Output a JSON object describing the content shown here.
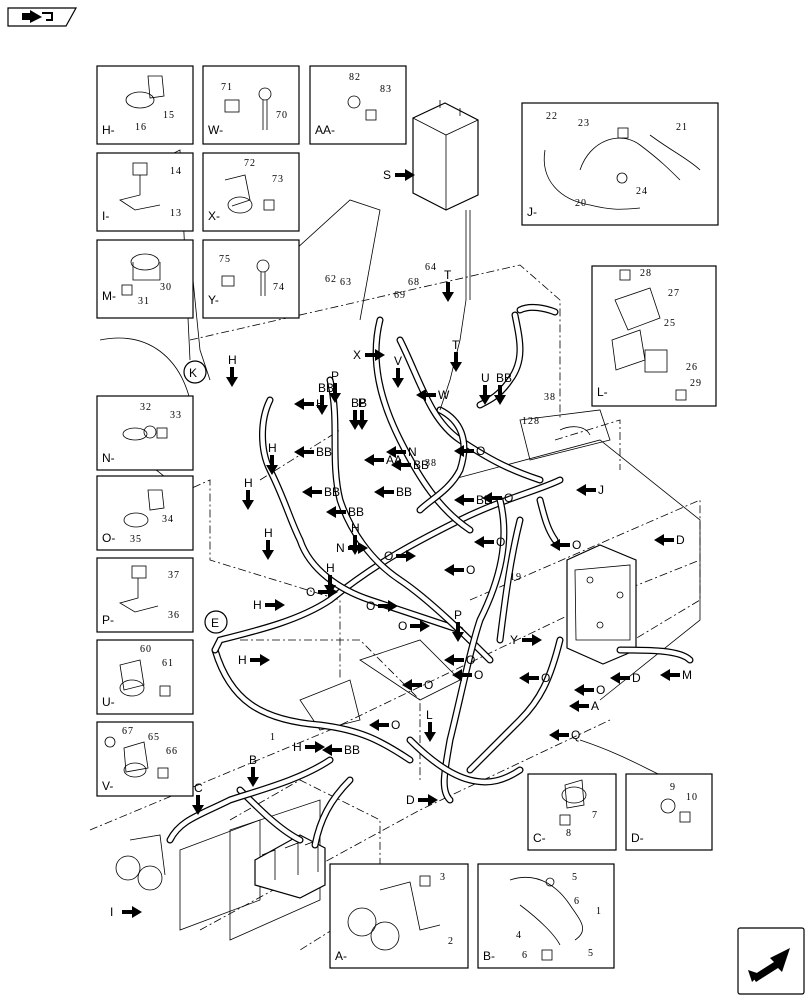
{
  "insets": [
    {
      "id": "H",
      "label": "H-",
      "parts": [
        "16",
        "15"
      ]
    },
    {
      "id": "W",
      "label": "W-",
      "parts": [
        "71",
        "70"
      ]
    },
    {
      "id": "AA",
      "label": "AA-",
      "parts": [
        "82",
        "83"
      ]
    },
    {
      "id": "I",
      "label": "I-",
      "parts": [
        "14",
        "13"
      ]
    },
    {
      "id": "X",
      "label": "X-",
      "parts": [
        "72",
        "73"
      ]
    },
    {
      "id": "M",
      "label": "M-",
      "parts": [
        "31",
        "30"
      ]
    },
    {
      "id": "Y",
      "label": "Y-",
      "parts": [
        "75",
        "74"
      ]
    },
    {
      "id": "N",
      "label": "N-",
      "parts": [
        "32",
        "33"
      ]
    },
    {
      "id": "O",
      "label": "O-",
      "parts": [
        "35",
        "34"
      ]
    },
    {
      "id": "P",
      "label": "P-",
      "parts": [
        "37",
        "36"
      ]
    },
    {
      "id": "U",
      "label": "U-",
      "parts": [
        "60",
        "61"
      ]
    },
    {
      "id": "V",
      "label": "V-",
      "parts": [
        "67",
        "65",
        "66"
      ]
    },
    {
      "id": "J",
      "label": "J-",
      "parts": [
        "22",
        "23",
        "21",
        "24",
        "20"
      ]
    },
    {
      "id": "L",
      "label": "L-",
      "parts": [
        "28",
        "27",
        "25",
        "26",
        "29"
      ]
    },
    {
      "id": "C",
      "label": "C-",
      "parts": [
        "7",
        "8"
      ]
    },
    {
      "id": "D",
      "label": "D-",
      "parts": [
        "9",
        "10"
      ]
    },
    {
      "id": "A",
      "label": "A-",
      "parts": [
        "3",
        "2"
      ]
    },
    {
      "id": "B",
      "label": "B-",
      "parts": [
        "5",
        "6",
        "1",
        "4",
        "6",
        "5"
      ]
    }
  ],
  "callouts": [
    "S",
    "T",
    "T",
    "U",
    "W",
    "V",
    "X",
    "H",
    "H",
    "H",
    "H",
    "H",
    "H",
    "H",
    "H",
    "H",
    "H",
    "BB",
    "BB",
    "BB",
    "BB",
    "BB",
    "BB",
    "BB",
    "BB",
    "BB",
    "BB",
    "P",
    "P",
    "P",
    "Y",
    "AA",
    "N",
    "N",
    "O",
    "O",
    "O",
    "O",
    "O",
    "O",
    "O",
    "O",
    "O",
    "O",
    "O",
    "O",
    "O",
    "O",
    "O",
    "L",
    "Q",
    "M",
    "J",
    "D",
    "D",
    "A",
    "B",
    "C",
    "I",
    "D"
  ],
  "circled": [
    "K",
    "E"
  ],
  "main_parts": [
    "62",
    "63",
    "64",
    "68",
    "69",
    "38",
    "38",
    "128",
    "19",
    "1"
  ],
  "colors": {
    "line": "#000000",
    "background": "#ffffff"
  }
}
